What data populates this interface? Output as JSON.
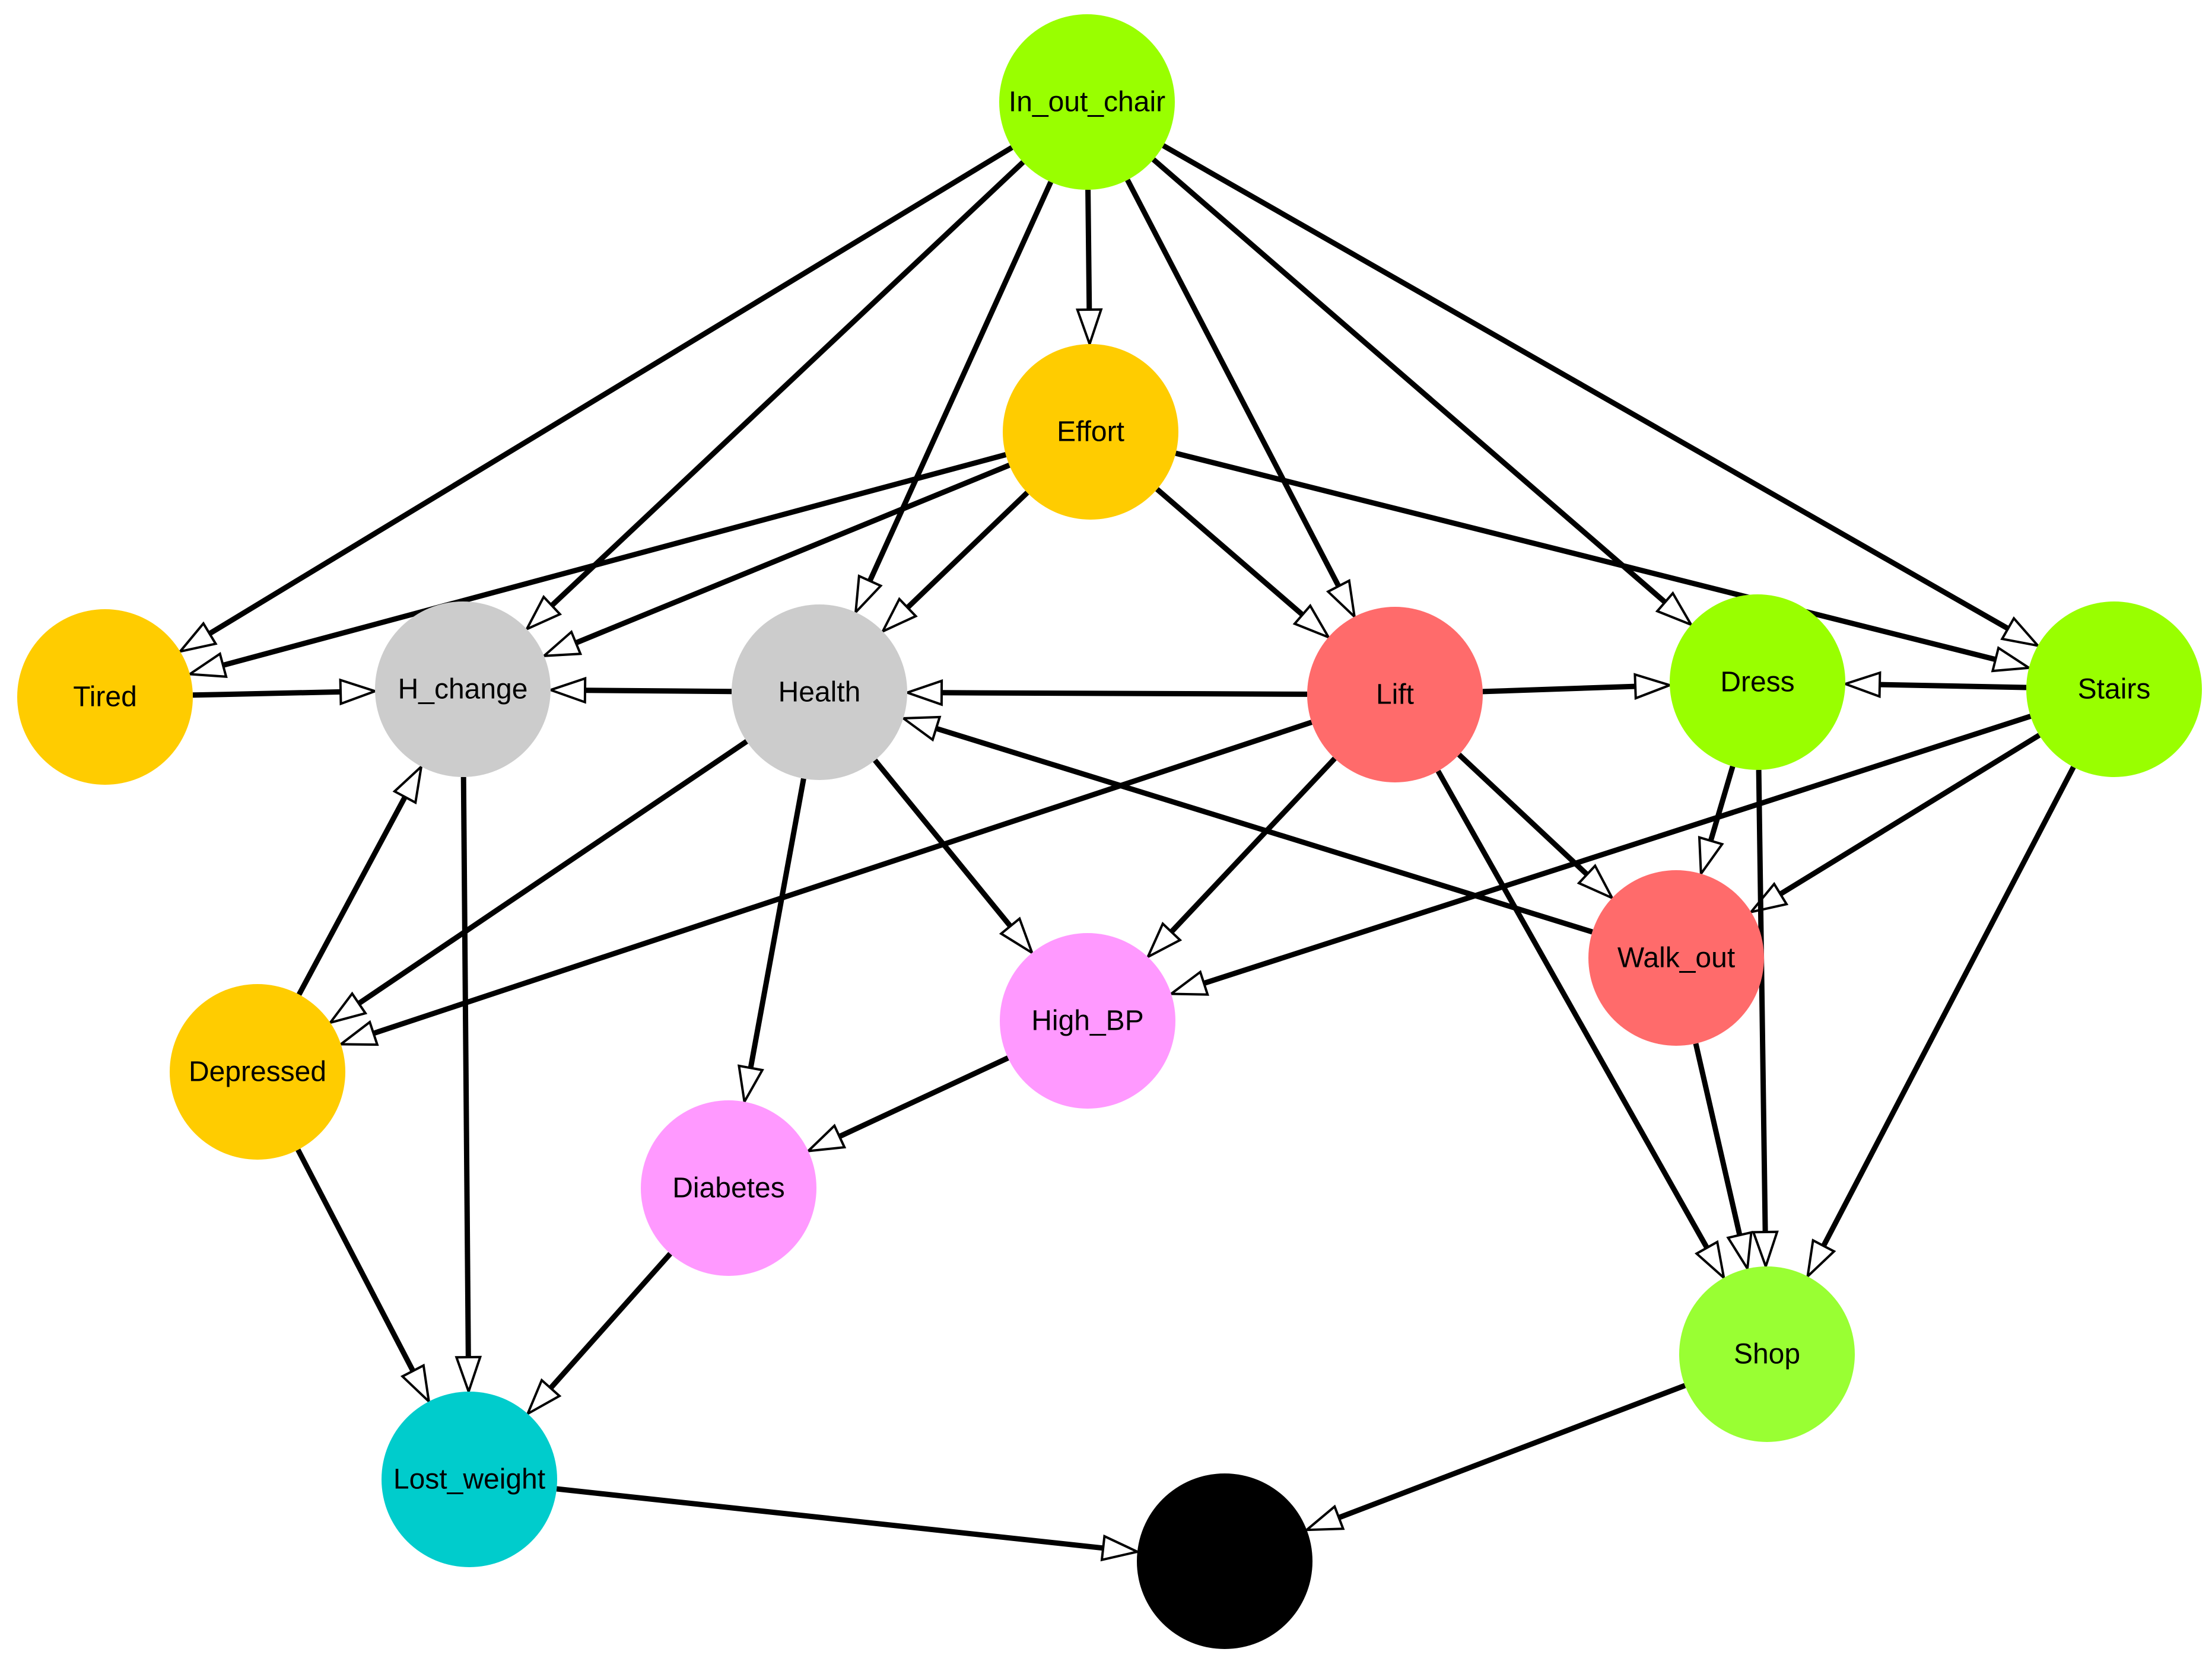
{
  "graph": {
    "nodes": [
      {
        "id": "in_out_chair",
        "label": "In_out_chair",
        "color": "#99ff00"
      },
      {
        "id": "effort",
        "label": "Effort",
        "color": "#ffcc00"
      },
      {
        "id": "tired",
        "label": "Tired",
        "color": "#ffcc00"
      },
      {
        "id": "h_change",
        "label": "H_change",
        "color": "#cccccc"
      },
      {
        "id": "health",
        "label": "Health",
        "color": "#cccccc"
      },
      {
        "id": "lift",
        "label": "Lift",
        "color": "#ff6b6b"
      },
      {
        "id": "dress",
        "label": "Dress",
        "color": "#99ff00"
      },
      {
        "id": "stairs",
        "label": "Stairs",
        "color": "#99ff00"
      },
      {
        "id": "depressed",
        "label": "Depressed",
        "color": "#ffcc00"
      },
      {
        "id": "high_bp",
        "label": "High_BP",
        "color": "#ff99ff"
      },
      {
        "id": "walk_out",
        "label": "Walk_out",
        "color": "#ff6b6b"
      },
      {
        "id": "diabetes",
        "label": "Diabetes",
        "color": "#ff99ff"
      },
      {
        "id": "shop",
        "label": "Shop",
        "color": "#99ff33"
      },
      {
        "id": "lost_weight",
        "label": "Lost_weight",
        "color": "#00cccc"
      },
      {
        "id": "outcome",
        "label": "",
        "color": "#000000"
      }
    ],
    "edges": [
      {
        "from": "in_out_chair",
        "to": "tired"
      },
      {
        "from": "in_out_chair",
        "to": "h_change"
      },
      {
        "from": "in_out_chair",
        "to": "health"
      },
      {
        "from": "in_out_chair",
        "to": "effort"
      },
      {
        "from": "in_out_chair",
        "to": "lift"
      },
      {
        "from": "in_out_chair",
        "to": "dress"
      },
      {
        "from": "in_out_chair",
        "to": "stairs"
      },
      {
        "from": "effort",
        "to": "tired"
      },
      {
        "from": "effort",
        "to": "h_change"
      },
      {
        "from": "effort",
        "to": "health"
      },
      {
        "from": "effort",
        "to": "lift"
      },
      {
        "from": "effort",
        "to": "stairs"
      },
      {
        "from": "tired",
        "to": "h_change"
      },
      {
        "from": "health",
        "to": "h_change"
      },
      {
        "from": "health",
        "to": "depressed"
      },
      {
        "from": "health",
        "to": "diabetes"
      },
      {
        "from": "health",
        "to": "high_bp"
      },
      {
        "from": "lift",
        "to": "health"
      },
      {
        "from": "lift",
        "to": "dress"
      },
      {
        "from": "lift",
        "to": "depressed"
      },
      {
        "from": "lift",
        "to": "high_bp"
      },
      {
        "from": "lift",
        "to": "walk_out"
      },
      {
        "from": "lift",
        "to": "shop"
      },
      {
        "from": "walk_out",
        "to": "health"
      },
      {
        "from": "walk_out",
        "to": "shop"
      },
      {
        "from": "stairs",
        "to": "dress"
      },
      {
        "from": "stairs",
        "to": "high_bp"
      },
      {
        "from": "stairs",
        "to": "walk_out"
      },
      {
        "from": "stairs",
        "to": "shop"
      },
      {
        "from": "dress",
        "to": "walk_out"
      },
      {
        "from": "dress",
        "to": "shop"
      },
      {
        "from": "depressed",
        "to": "h_change"
      },
      {
        "from": "depressed",
        "to": "lost_weight"
      },
      {
        "from": "h_change",
        "to": "lost_weight"
      },
      {
        "from": "high_bp",
        "to": "diabetes"
      },
      {
        "from": "diabetes",
        "to": "lost_weight"
      },
      {
        "from": "lost_weight",
        "to": "outcome"
      },
      {
        "from": "shop",
        "to": "outcome"
      }
    ]
  }
}
